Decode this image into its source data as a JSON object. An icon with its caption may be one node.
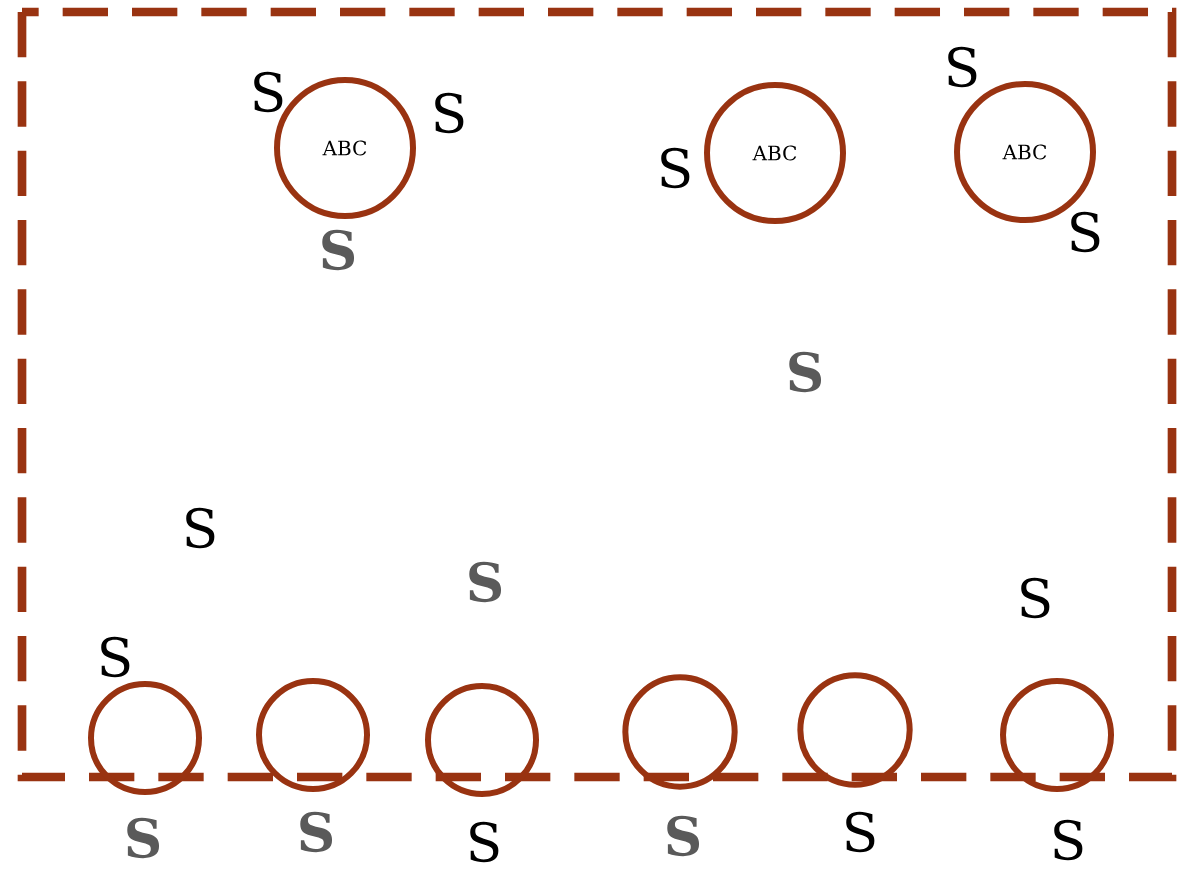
{
  "diagram": {
    "nodes": [
      {
        "text": [
          "ABC"
        ]
      },
      {
        "text": [
          "ABC"
        ]
      },
      {
        "text": [
          "ABC"
        ]
      },
      {
        "text": [],
        "shape": "circle"
      },
      {
        "text": [],
        "shape": "circle"
      },
      {
        "text": [],
        "shape": "circle"
      },
      {
        "text": [],
        "shape": "circle"
      },
      {
        "text": [],
        "shape": "circle"
      },
      {
        "text": [],
        "shape": "circle"
      }
    ],
    "labels": [
      "S",
      "S",
      "S",
      "S",
      "S",
      "S",
      "S",
      "S",
      "S",
      "S",
      "S",
      "S",
      "S",
      "S",
      "S",
      "S",
      "S"
    ]
  }
}
